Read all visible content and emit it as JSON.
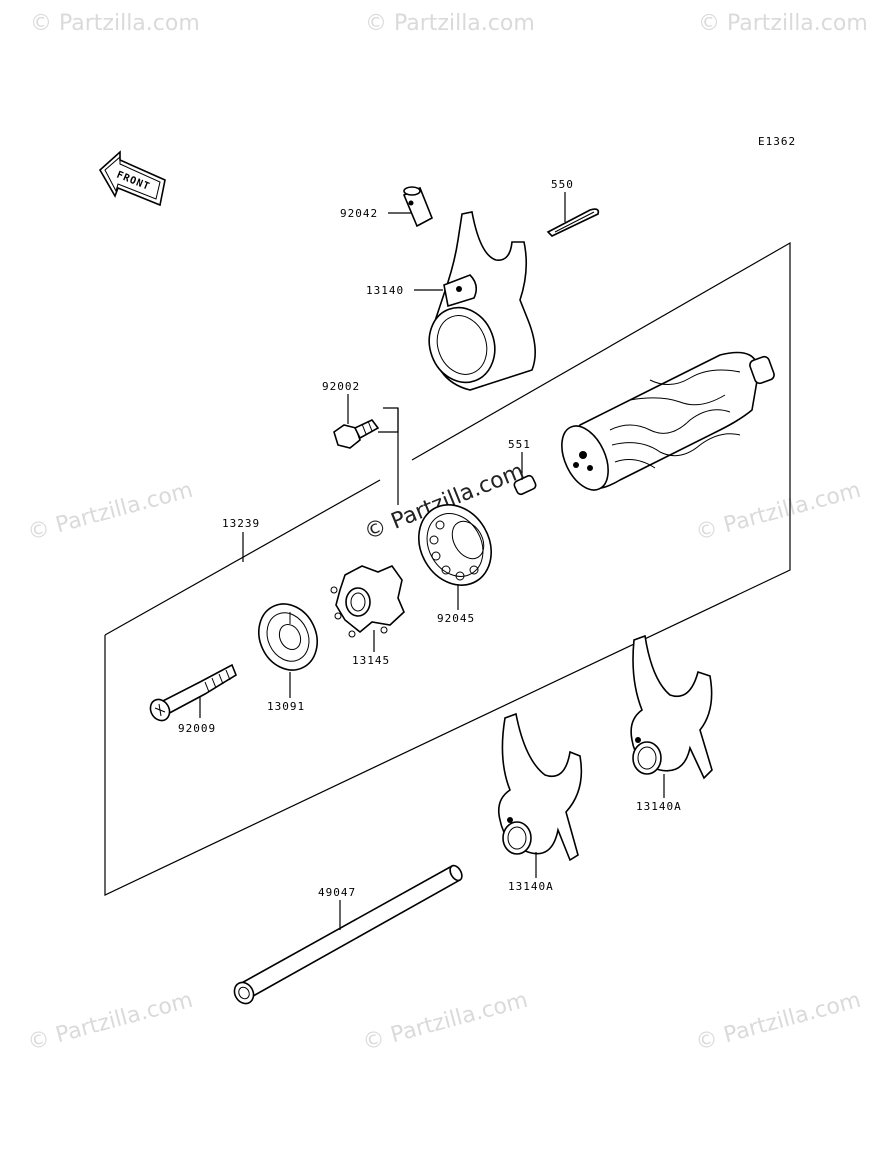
{
  "diagram_code": "E1362",
  "front_label": "FRONT",
  "watermark": "© Partzilla.com",
  "center_watermark": "© Partzilla.com",
  "parts": {
    "p92042": "92042",
    "p550": "550",
    "p13140": "13140",
    "p92002": "92002",
    "p551": "551",
    "p13239": "13239",
    "p92045": "92045",
    "p13145": "13145",
    "p13091": "13091",
    "p92009": "92009",
    "p13140A_1": "13140A",
    "p13140A_2": "13140A",
    "p49047": "49047"
  }
}
